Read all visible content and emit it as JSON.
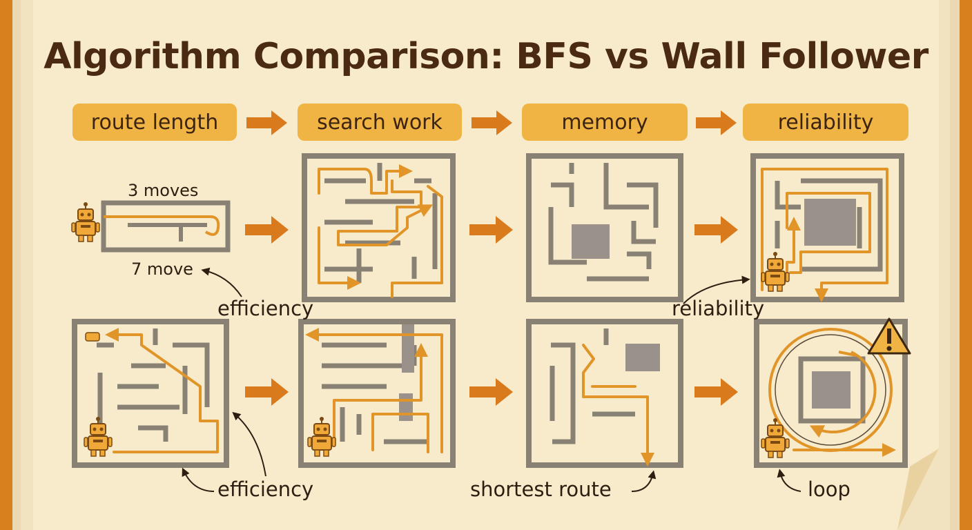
{
  "title": "Algorithm Comparison: BFS vs Wall Follower",
  "headers": [
    "route length",
    "search work",
    "memory",
    "reliability"
  ],
  "labels": {
    "three_moves": "3 moves",
    "seven_move": "7 move",
    "efficiency_top": "efficiency",
    "reliability_mid": "reliability",
    "efficiency_bottom": "efficiency",
    "shortest_route": "shortest route",
    "loop": "loop"
  },
  "icons": {
    "robot": "robot-icon",
    "warning": "warning-icon",
    "arrow": "arrow-right-icon"
  },
  "colors": {
    "background_frame": "#d9801e",
    "paper": "#f7ebcc",
    "header_pill": "#f0b444",
    "title_text": "#4a2a12",
    "maze_wall": "#8a8175",
    "path": "#e19428",
    "arrow": "#d97a1c"
  }
}
